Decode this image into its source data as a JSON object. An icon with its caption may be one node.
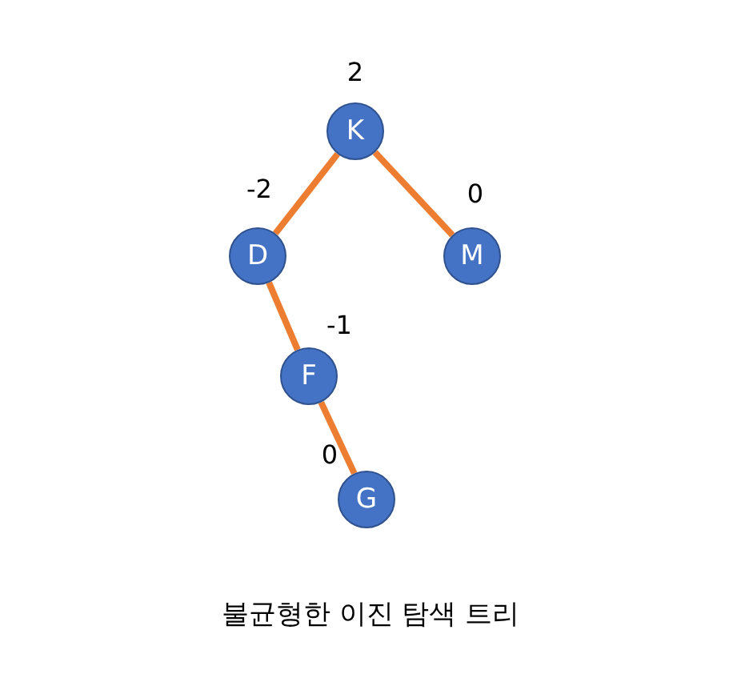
{
  "diagram": {
    "caption": "불균형한 이진 탐색 트리",
    "nodes": [
      {
        "text": [
          "K"
        ],
        "beside": [
          "2"
        ]
      },
      {
        "text": [
          "D"
        ],
        "beside": [
          "-2"
        ]
      },
      {
        "text": [
          "M"
        ],
        "beside": [
          "0"
        ]
      },
      {
        "text": [
          "F"
        ],
        "beside": [
          "-1"
        ]
      },
      {
        "text": [
          "G"
        ],
        "beside": [
          "0"
        ]
      }
    ],
    "edges": [
      {
        "from": 0,
        "to": 1,
        "arrow": "none"
      },
      {
        "from": 0,
        "to": 2,
        "arrow": "none"
      },
      {
        "from": 1,
        "to": 3,
        "arrow": "none"
      },
      {
        "from": 3,
        "to": 4,
        "arrow": "none"
      }
    ]
  }
}
